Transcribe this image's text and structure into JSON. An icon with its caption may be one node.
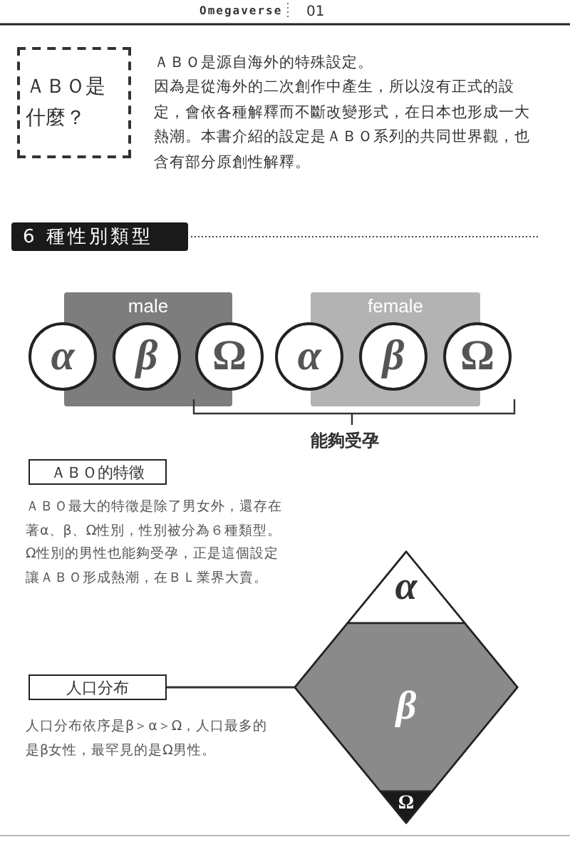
{
  "diagram": {
    "nodes": [
      {
        "text": [
          "ＡＢＯ是什麼？"
        ]
      },
      {
        "text": [
          "6 種性別類型"
        ]
      },
      {
        "text": [
          "male"
        ]
      },
      {
        "text": [
          "α"
        ]
      },
      {
        "text": [
          "β"
        ],
        "in": 2
      },
      {
        "text": [
          "Ω"
        ]
      },
      {
        "text": [
          "female"
        ]
      },
      {
        "text": [
          "α"
        ]
      },
      {
        "text": [
          "β"
        ],
        "in": 6
      },
      {
        "text": [
          "Ω"
        ]
      },
      {
        "text": [
          "ＡＢＯ的特徵"
        ]
      },
      {
        "text": [
          "人口分布"
        ]
      },
      {
        "text": [],
        "shape": "diamond"
      },
      {
        "text": [
          "α"
        ],
        "in": 12
      },
      {
        "text": [
          "β"
        ],
        "in": 12
      },
      {
        "text": [
          "Ω"
        ],
        "in": 12
      }
    ],
    "edges": [
      {
        "from": 11,
        "to": 12,
        "arrow": "none"
      }
    ],
    "labels": [
      "Omegaverse",
      "01",
      "ＡＢＯ是源自海外的特殊設定。",
      "因為是從海外的二次創作中產生，所以沒有正式的設定，會依各種解釋而不斷改變形式，在日本也形成一大熱潮。本書介紹的設定是ＡＢＯ系列的共同世界觀，也含有部分原創性解釋。",
      "能夠受孕",
      "ＡＢＯ最大的特徵是除了男女外，還存在著α、β、Ω性別，性別被分為６種類型。Ω性別的男性也能夠受孕，正是這個設定讓ＡＢＯ形成熱潮，在ＢＬ業界大賣。",
      "人口分布依序是β＞α＞Ω，人口最多的是β女性，最罕見的是Ω男性。"
    ]
  }
}
